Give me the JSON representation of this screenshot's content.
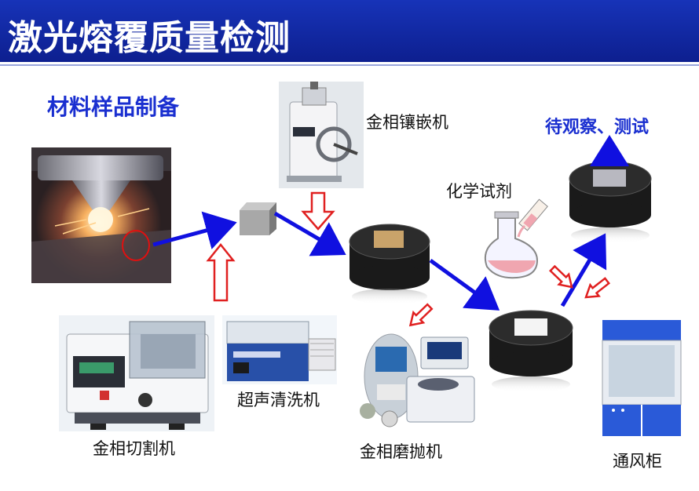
{
  "title": "激光熔覆质量检测",
  "section_title": "材料样品制备",
  "labels": {
    "mounting_press": "金相镶嵌机",
    "reagent": "化学试剂",
    "observe": "待观察、测试",
    "ultrasonic": "超声清洗机",
    "cutter": "金相切割机",
    "polisher": "金相磨抛机",
    "fume_hood": "通风柜"
  },
  "colors": {
    "title_bg": "#1228a8",
    "accent_blue": "#1a2fd0",
    "arrow_blue": "#1010e0",
    "hollow_arrow_red": "#e02020"
  }
}
